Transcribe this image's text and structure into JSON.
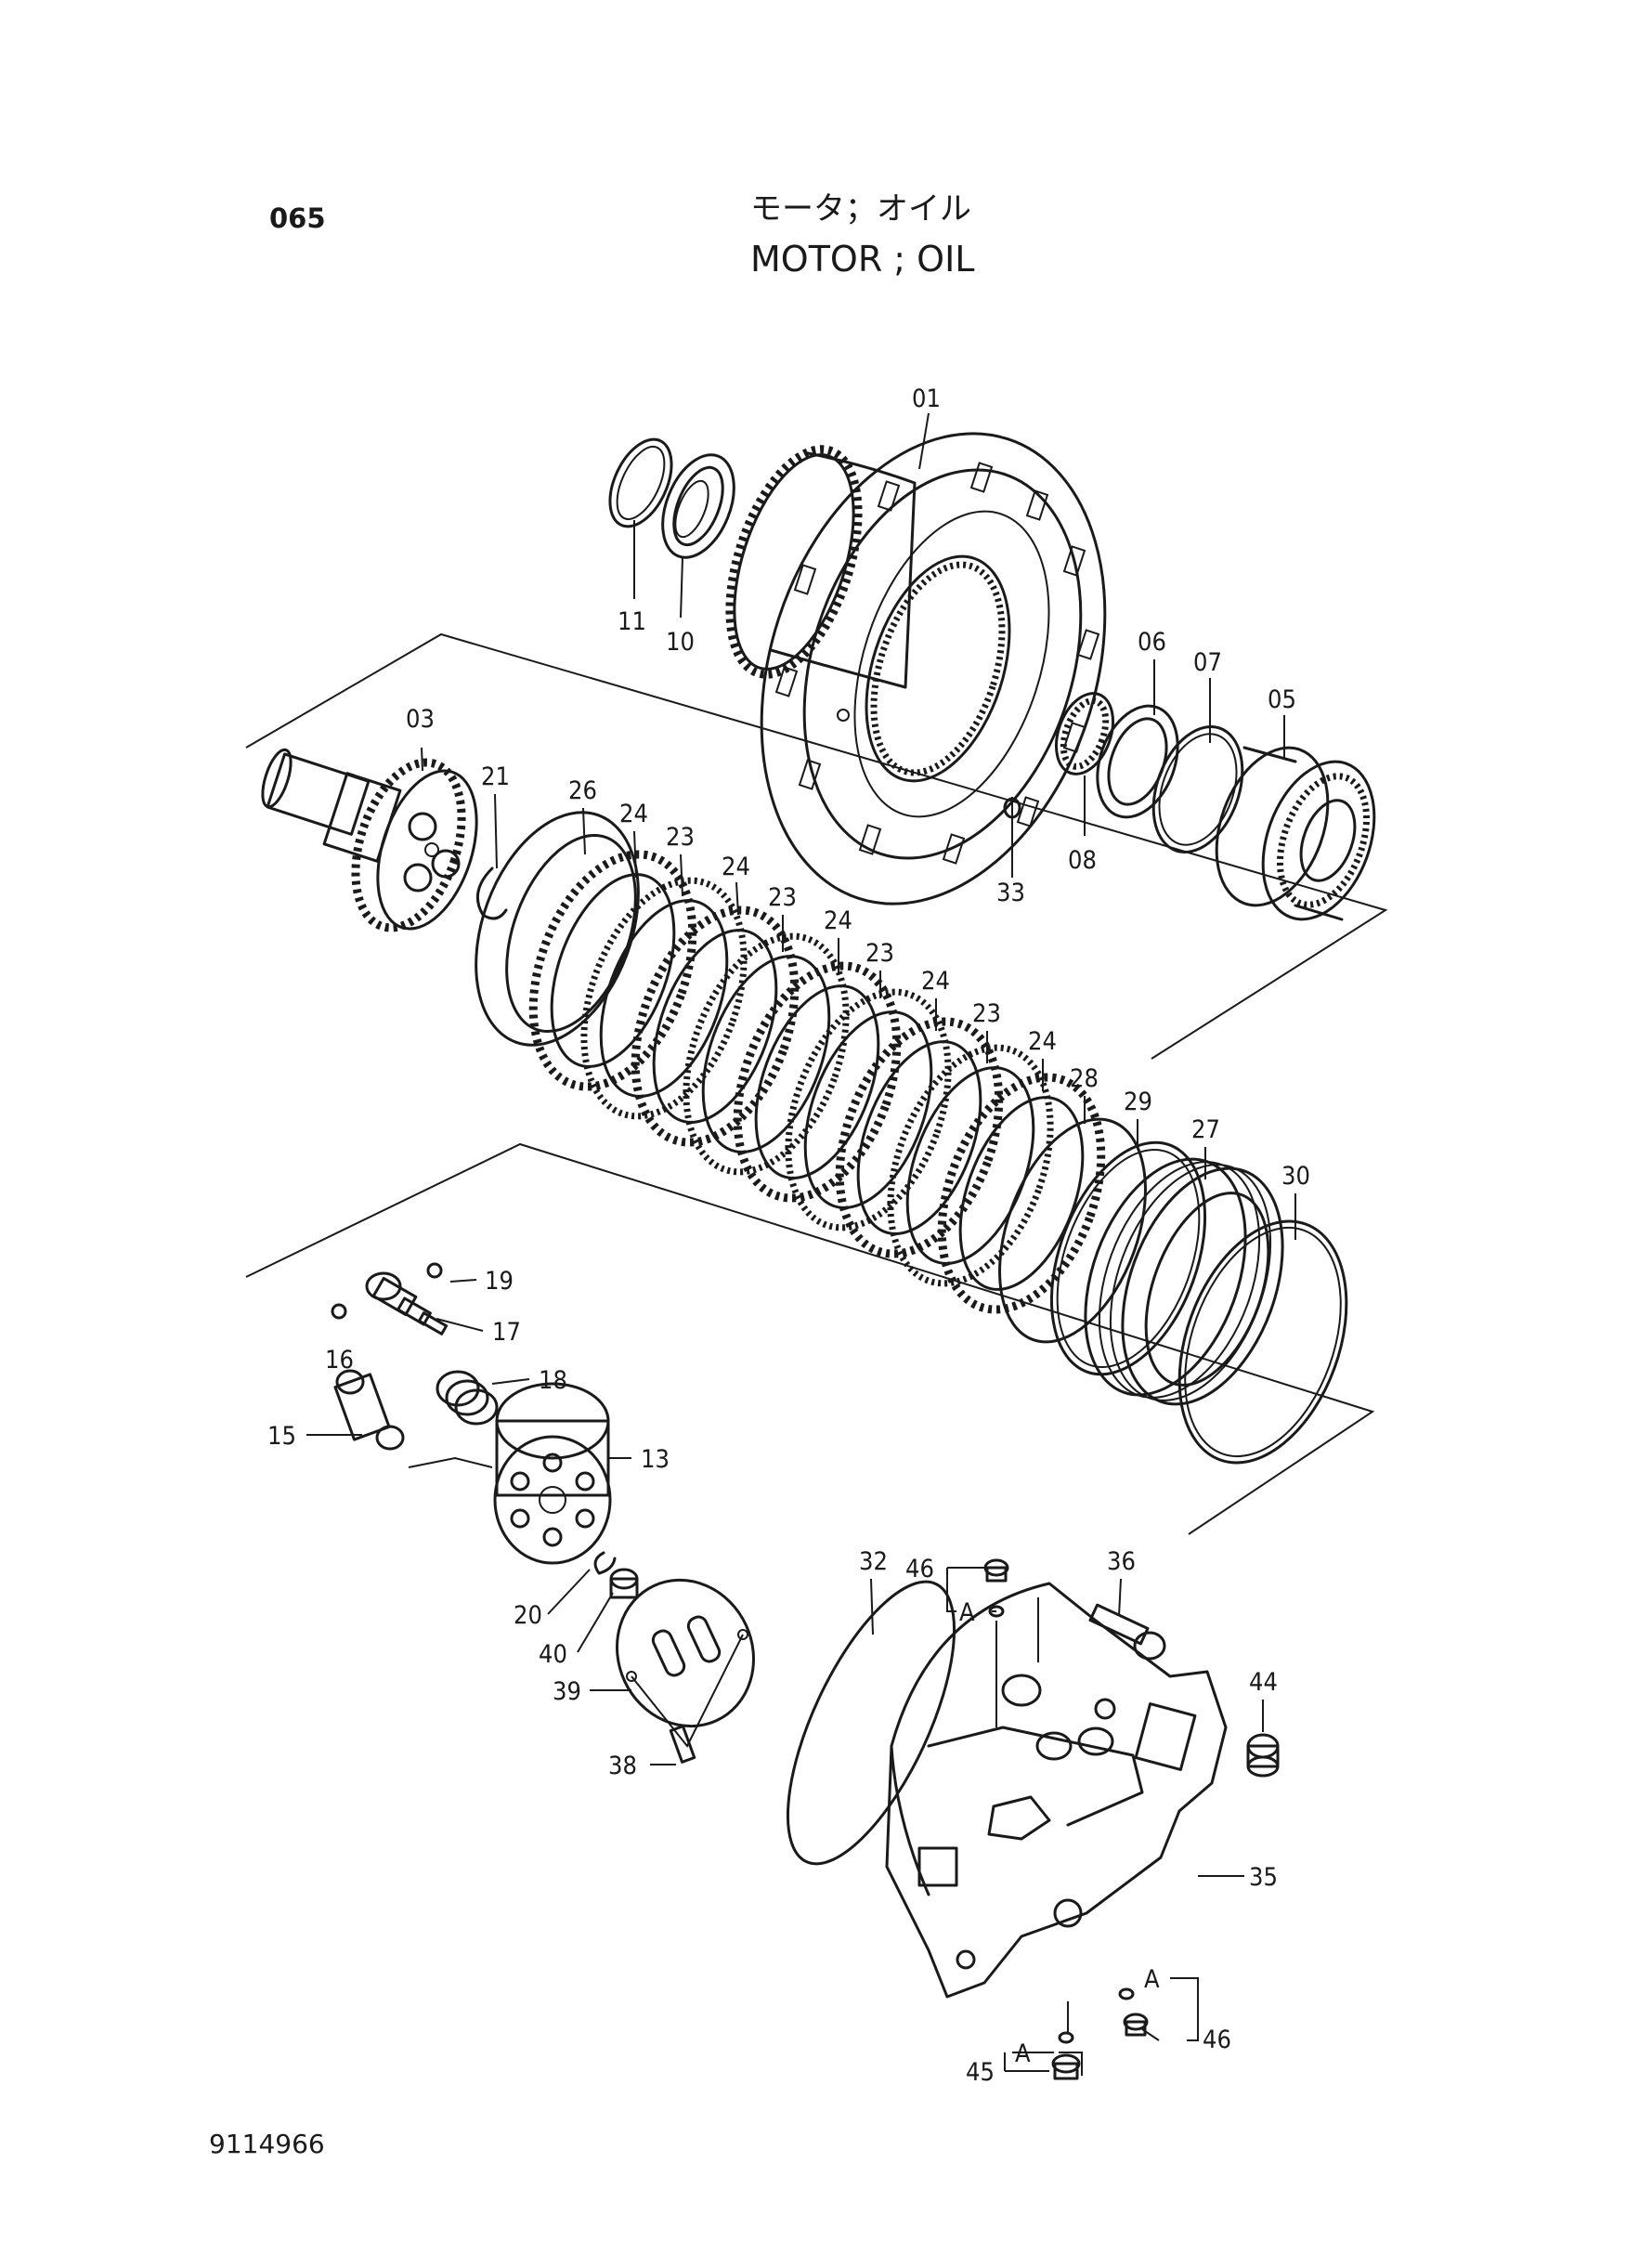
{
  "header": {
    "page_code": "065",
    "title_jp": "モータ；オイル",
    "title_en": "MOTOR ; OIL"
  },
  "footer": {
    "drawing_no": "9114966"
  },
  "callouts": {
    "p01": "01",
    "p03": "03",
    "p05": "05",
    "p06": "06",
    "p07": "07",
    "p08": "08",
    "p10": "10",
    "p11": "11",
    "p13": "13",
    "p15": "15",
    "p16": "16",
    "p17": "17",
    "p18": "18",
    "p19": "19",
    "p20": "20",
    "p21": "21",
    "p23a": "23",
    "p23b": "23",
    "p23c": "23",
    "p23d": "23",
    "p24a": "24",
    "p24b": "24",
    "p24c": "24",
    "p24d": "24",
    "p24e": "24",
    "p26": "26",
    "p27": "27",
    "p28": "28",
    "p29": "29",
    "p30": "30",
    "p32": "32",
    "p33": "33",
    "p35": "35",
    "p36": "36",
    "p38": "38",
    "p39": "39",
    "p40": "40",
    "p44": "44",
    "p45": "45",
    "p46a": "46",
    "p46b": "46",
    "refA1": "A",
    "refA2": "A",
    "refA3": "A"
  }
}
